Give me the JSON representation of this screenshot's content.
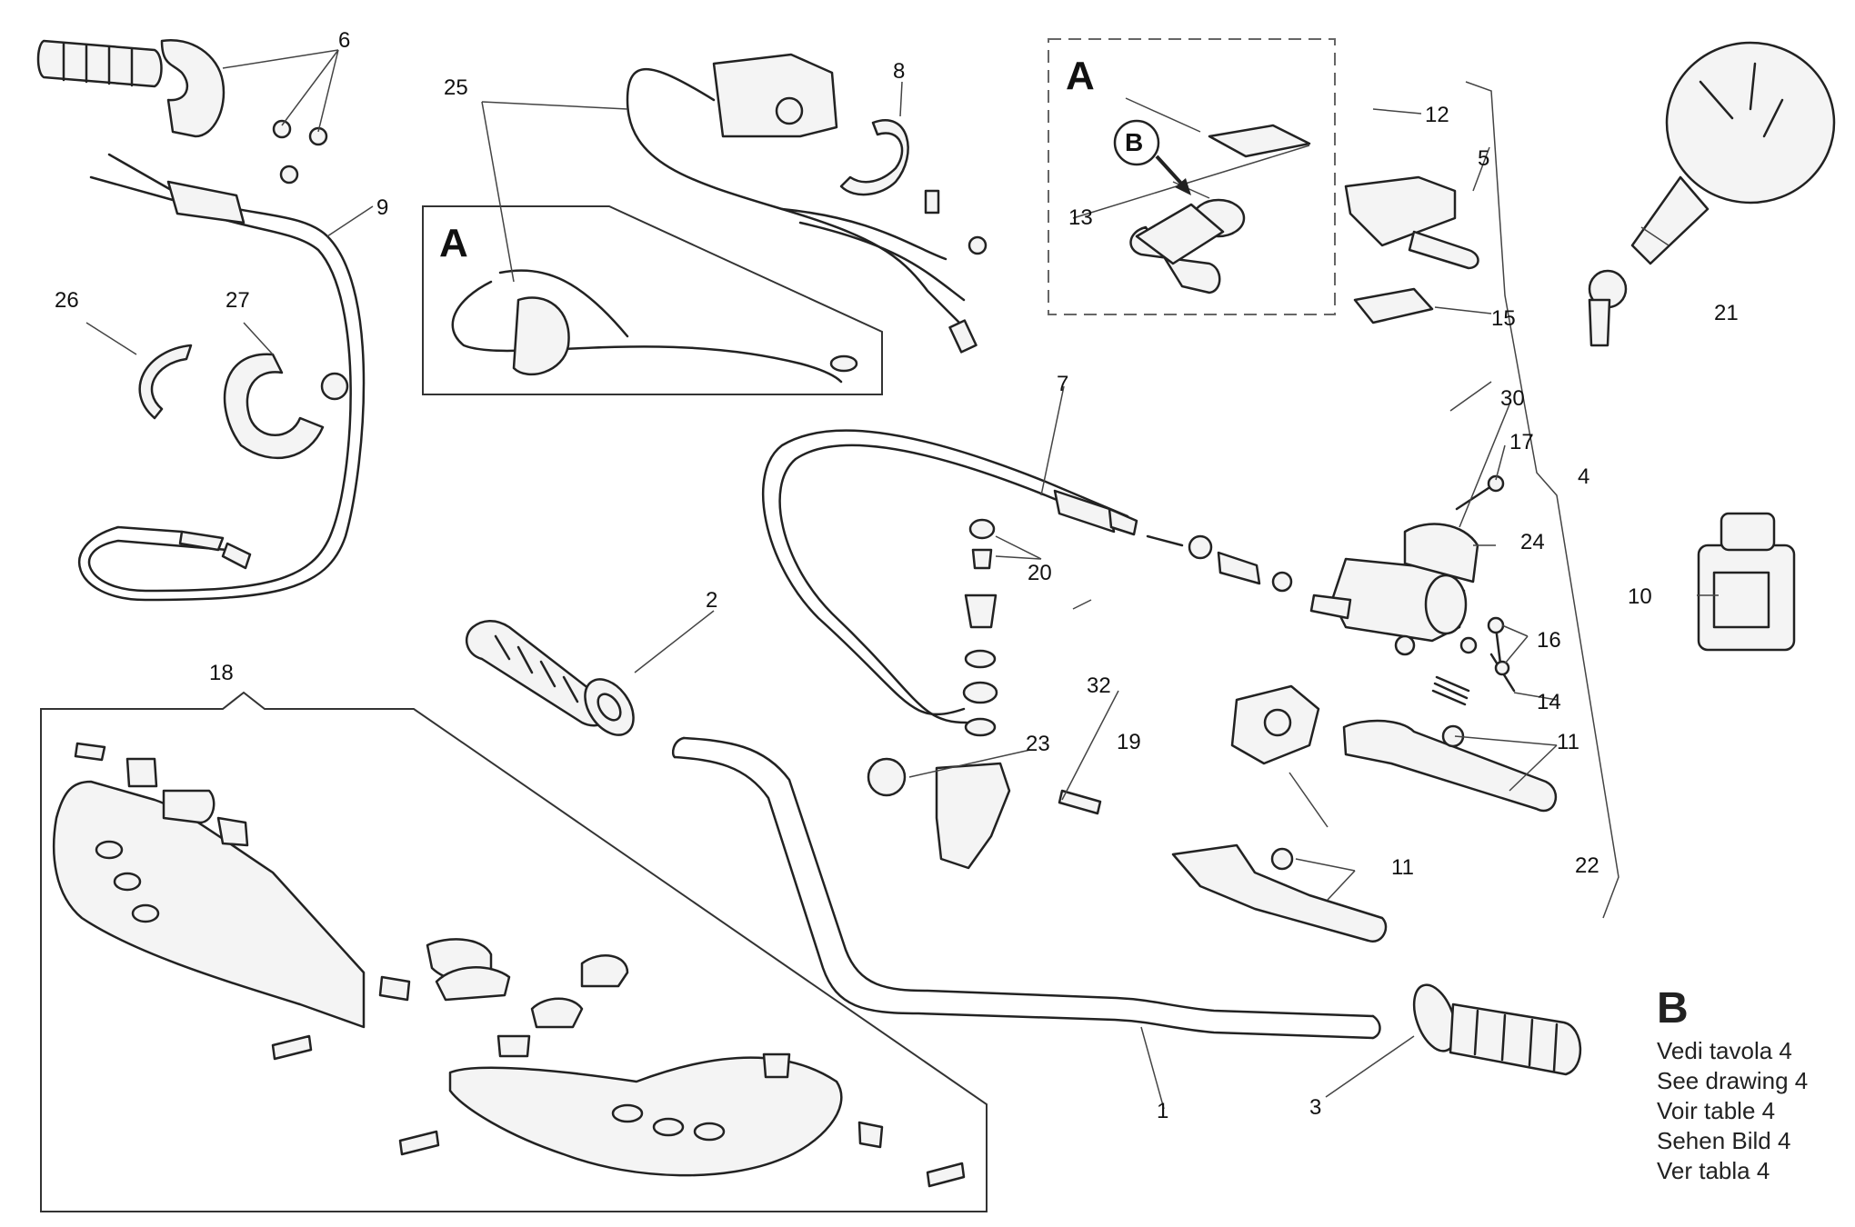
{
  "callouts": {
    "c1": "1",
    "c2": "2",
    "c3": "3",
    "c4": "4",
    "c5": "5",
    "c6": "6",
    "c7": "7",
    "c8": "8",
    "c9": "9",
    "c10": "10",
    "c11a": "11",
    "c11b": "11",
    "c12": "12",
    "c13": "13",
    "c14": "14",
    "c15": "15",
    "c16": "16",
    "c17": "17",
    "c18": "18",
    "c19": "19",
    "c20": "20",
    "c21": "21",
    "c22": "22",
    "c23": "23",
    "c24": "24",
    "c25": "25",
    "c26": "26",
    "c27": "27",
    "c30": "30",
    "c32": "32"
  },
  "sections": {
    "detail_a_left": "A",
    "detail_a_right": "A",
    "detail_b_marker": "B"
  },
  "note": {
    "letter": "B",
    "lines": [
      "Vedi tavola 4",
      "See drawing 4",
      "Voir table 4",
      "Sehen Bild 4",
      "Ver tabla 4"
    ]
  }
}
